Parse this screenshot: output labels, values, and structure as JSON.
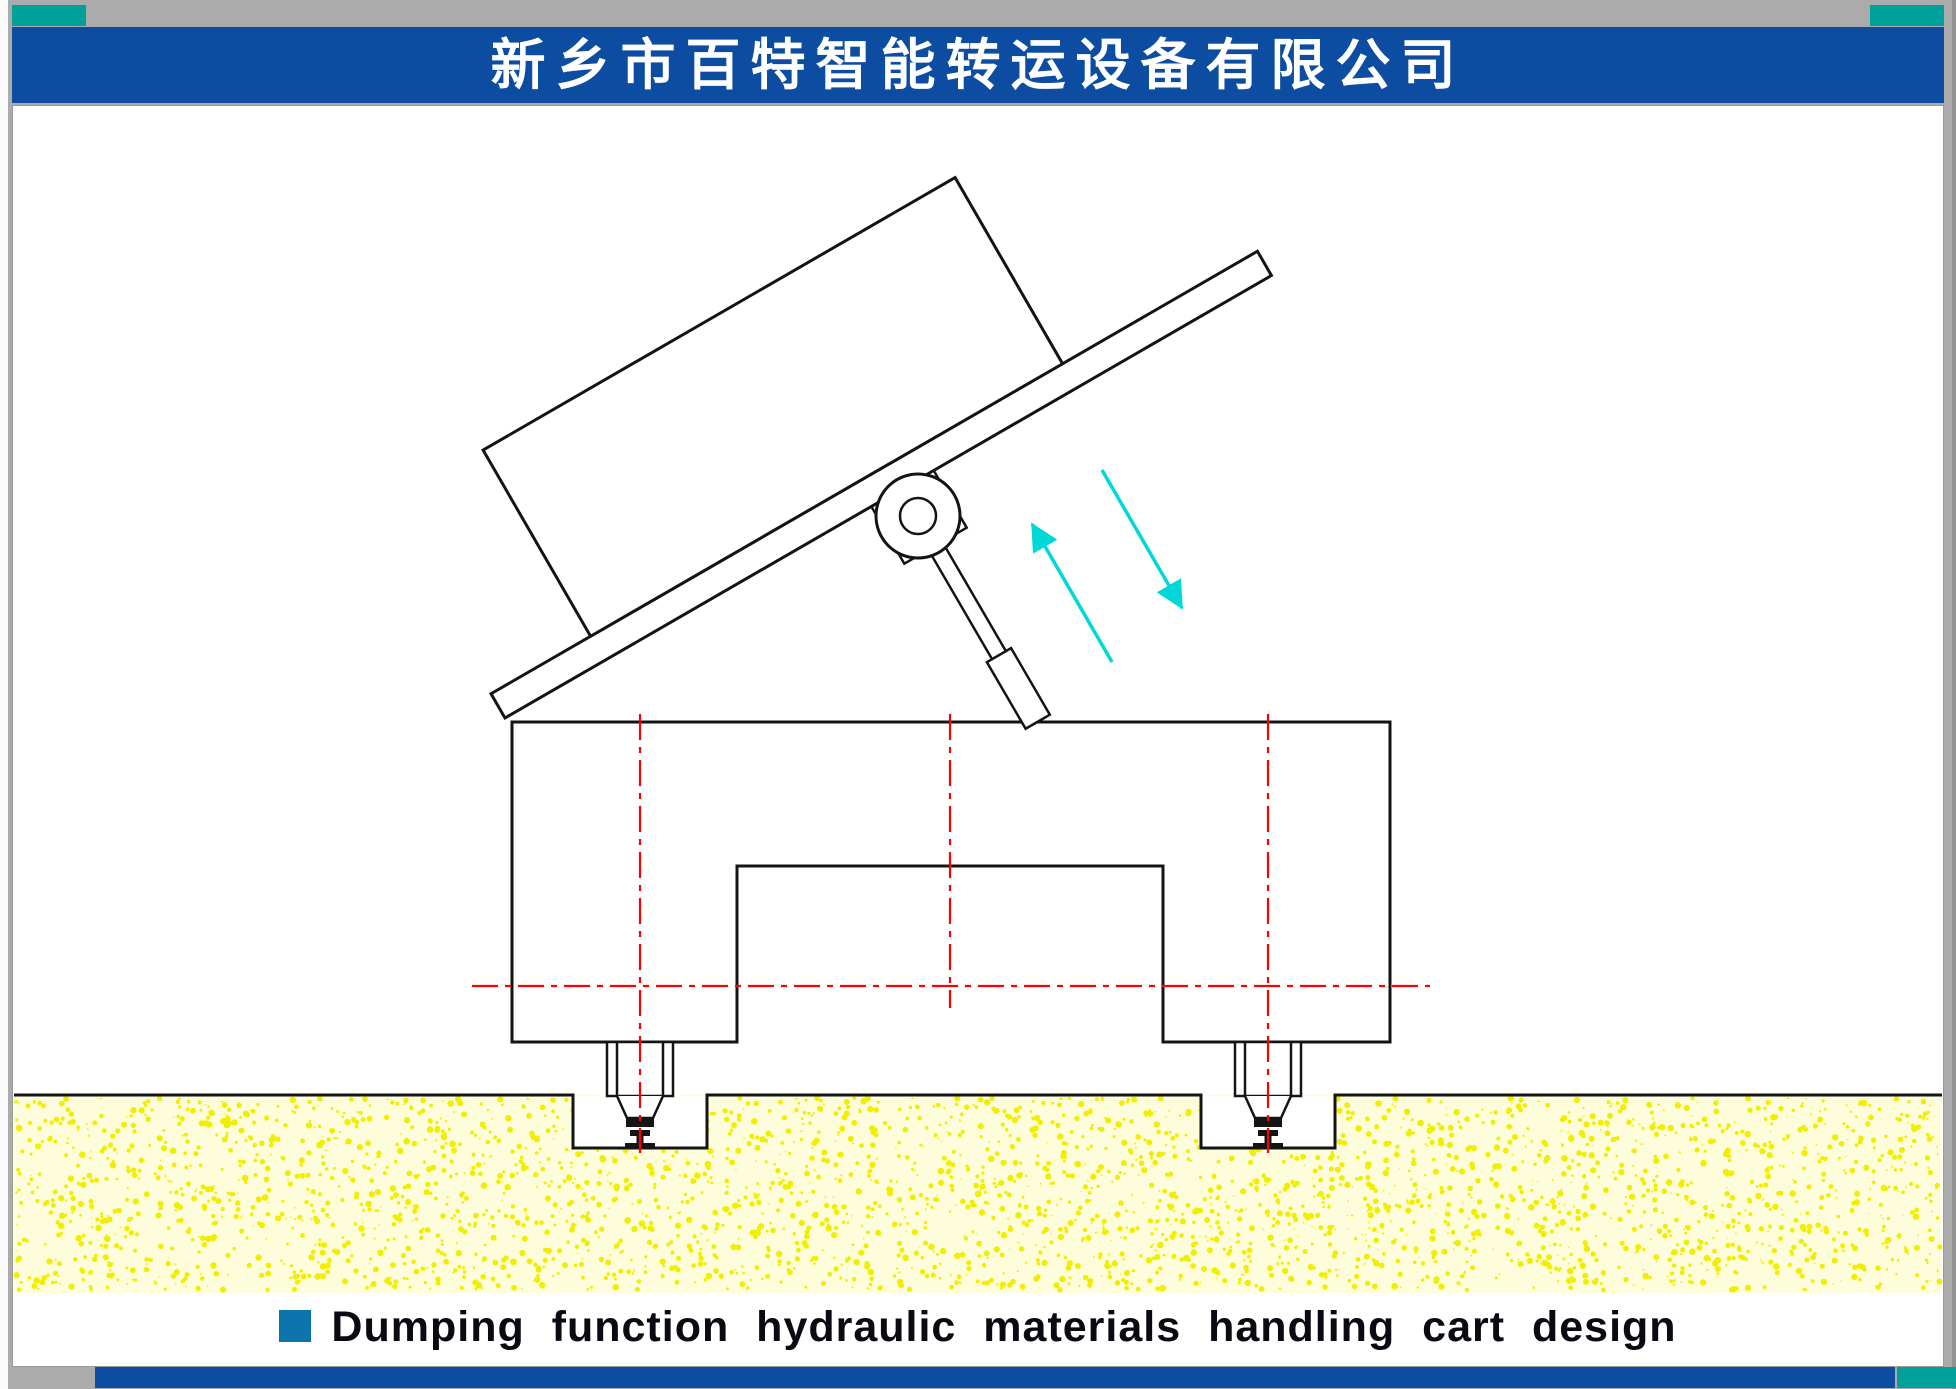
{
  "company_bar": {
    "title": "新乡市百特智能转运设备有限公司"
  },
  "caption": {
    "text": "Dumping function hydraulic materials handling cart design"
  },
  "colors": {
    "header_blue": "#0c4da2",
    "teal_accent": "#00a19a",
    "caption_square": "#0e74ad",
    "ground_yellow": "#f2ee00",
    "centerline_red": "#ff0000",
    "motion_arrow_cyan": "#00d8d8",
    "drawing_line": "#141414",
    "frame_gray": "#ababab",
    "slide_white": "#ffffff"
  },
  "diagram": {
    "type": "engineering side elevation",
    "subject": "Hydraulic dumping transfer cart on rails: tilted dump bed on pivot hinge with hydraulic cylinder, U-shaped base frame, two rail wheels in ground trenches, red dash-dot centerlines, cyan extend/retract motion arrows, yellow speckled ground section"
  }
}
